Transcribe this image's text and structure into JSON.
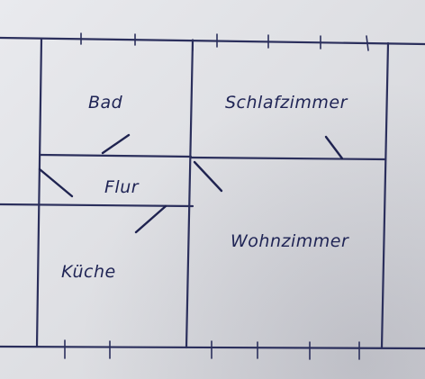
{
  "floorplan": {
    "rooms": {
      "bad": "Bad",
      "schlafzimmer": "Schlafzimmer",
      "flur": "Flur",
      "kueche": "Küche",
      "wohnzimmer": "Wohnzimmer"
    },
    "colors": {
      "ink": "#2b2f5c",
      "paper": "#e4e5e9"
    }
  }
}
